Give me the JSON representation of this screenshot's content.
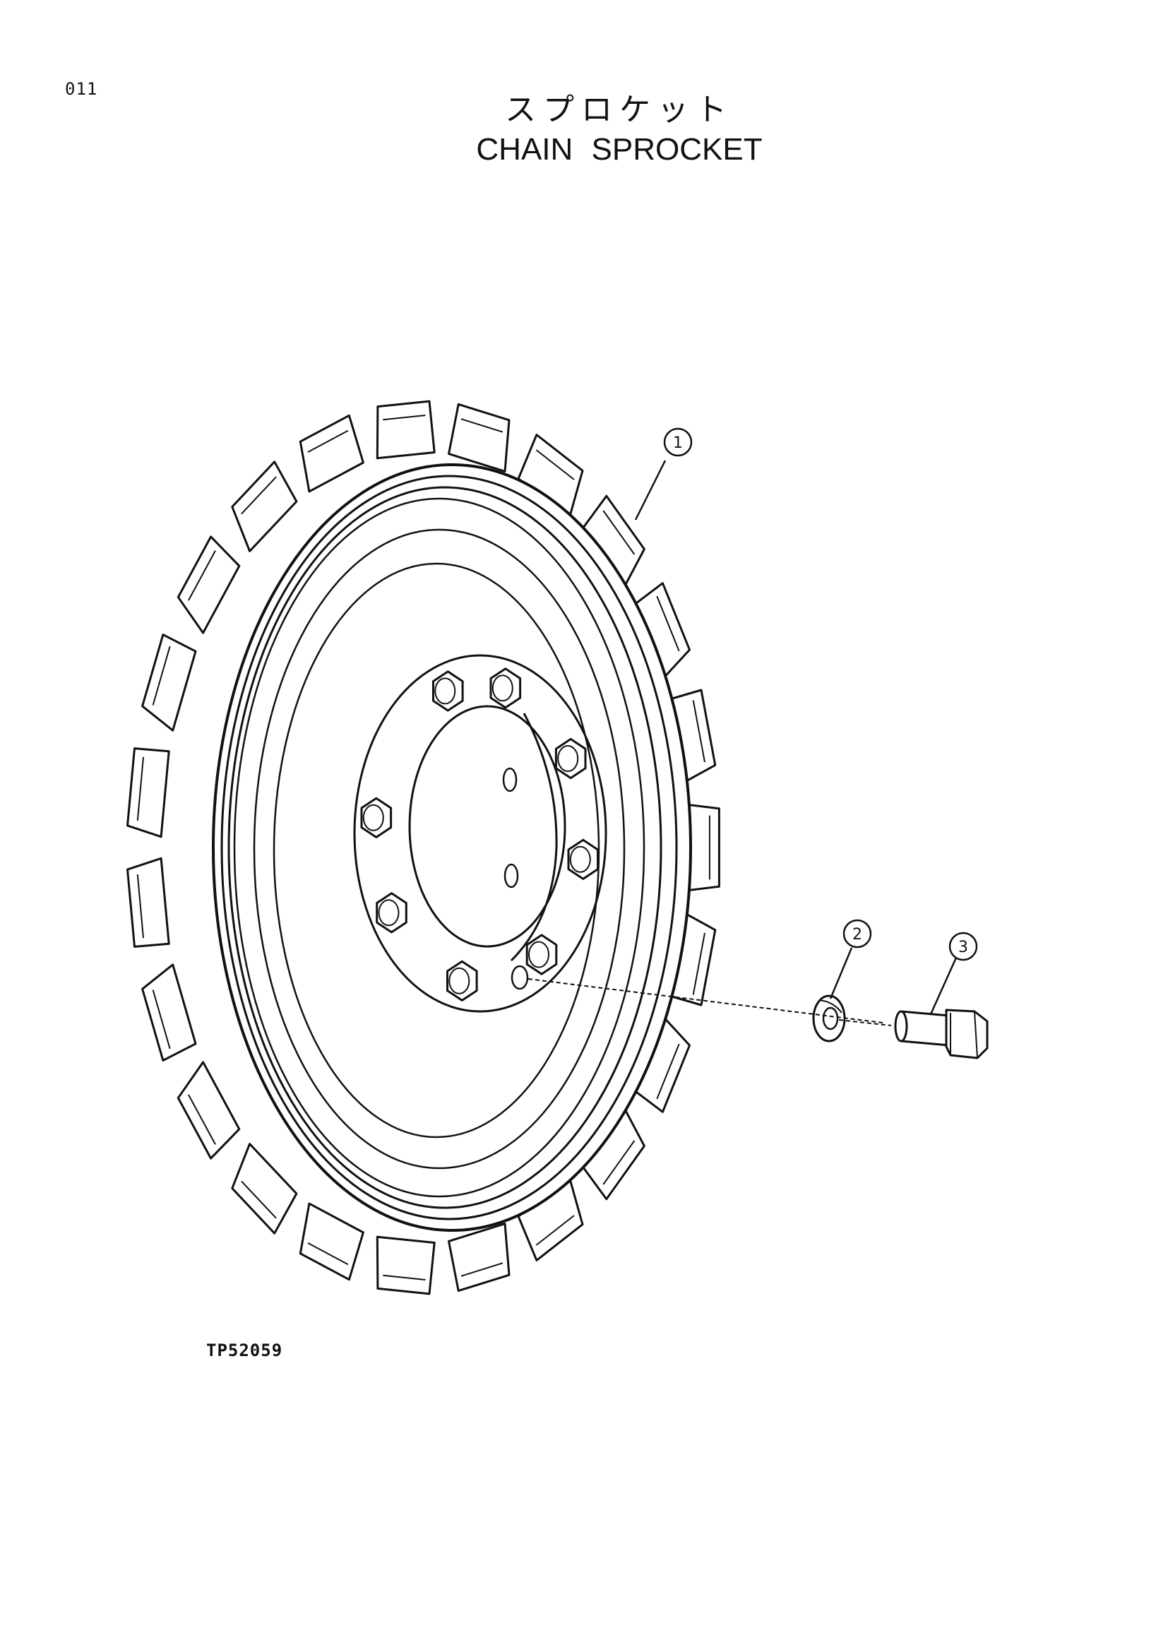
{
  "page_number": "011",
  "title_ja": "スプロケット",
  "title_en": "CHAIN  SPROCKET",
  "figure_id": "TP52059",
  "callouts": [
    {
      "label": "1"
    },
    {
      "label": "2"
    },
    {
      "label": "3"
    }
  ],
  "colors": {
    "line": "#111111",
    "background": "#ffffff"
  }
}
